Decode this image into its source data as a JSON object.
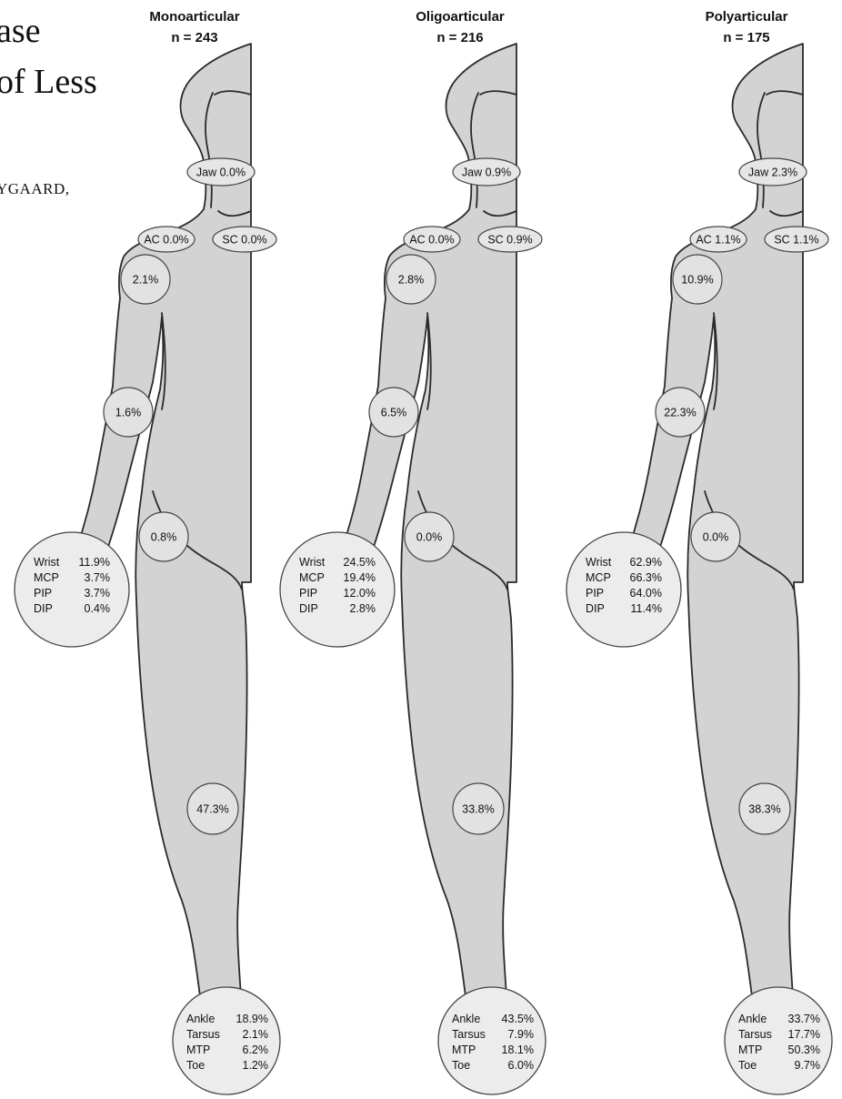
{
  "page": {
    "title_line1": "ase",
    "title_line2": "of Less",
    "authors": "YGAARD,"
  },
  "panels": [
    {
      "title": "Monoarticular",
      "n": "n = 243",
      "jaw": "Jaw 0.0%",
      "ac": "AC 0.0%",
      "sc": "SC 0.0%",
      "shoulder": "2.1%",
      "elbow": "1.6%",
      "hip": "0.8%",
      "knee": "47.3%",
      "hand": [
        {
          "joint": "Wrist",
          "value": "11.9%"
        },
        {
          "joint": "MCP",
          "value": "3.7%"
        },
        {
          "joint": "PIP",
          "value": "3.7%"
        },
        {
          "joint": "DIP",
          "value": "0.4%"
        }
      ],
      "foot": [
        {
          "joint": "Ankle",
          "value": "18.9%"
        },
        {
          "joint": "Tarsus",
          "value": "2.1%"
        },
        {
          "joint": "MTP",
          "value": "6.2%"
        },
        {
          "joint": "Toe",
          "value": "1.2%"
        }
      ]
    },
    {
      "title": "Oligoarticular",
      "n": "n = 216",
      "jaw": "Jaw 0.9%",
      "ac": "AC 0.0%",
      "sc": "SC 0.9%",
      "shoulder": "2.8%",
      "elbow": "6.5%",
      "hip": "0.0%",
      "knee": "33.8%",
      "hand": [
        {
          "joint": "Wrist",
          "value": "24.5%"
        },
        {
          "joint": "MCP",
          "value": "19.4%"
        },
        {
          "joint": "PIP",
          "value": "12.0%"
        },
        {
          "joint": "DIP",
          "value": "2.8%"
        }
      ],
      "foot": [
        {
          "joint": "Ankle",
          "value": "43.5%"
        },
        {
          "joint": "Tarsus",
          "value": "7.9%"
        },
        {
          "joint": "MTP",
          "value": "18.1%"
        },
        {
          "joint": "Toe",
          "value": "6.0%"
        }
      ]
    },
    {
      "title": "Polyarticular",
      "n": "n = 175",
      "jaw": "Jaw 2.3%",
      "ac": "AC 1.1%",
      "sc": "SC 1.1%",
      "shoulder": "10.9%",
      "elbow": "22.3%",
      "hip": "0.0%",
      "knee": "38.3%",
      "hand": [
        {
          "joint": "Wrist",
          "value": "62.9%"
        },
        {
          "joint": "MCP",
          "value": "66.3%"
        },
        {
          "joint": "PIP",
          "value": "64.0%"
        },
        {
          "joint": "DIP",
          "value": "11.4%"
        }
      ],
      "foot": [
        {
          "joint": "Ankle",
          "value": "33.7%"
        },
        {
          "joint": "Tarsus",
          "value": "17.7%"
        },
        {
          "joint": "MTP",
          "value": "50.3%"
        },
        {
          "joint": "Toe",
          "value": "9.7%"
        }
      ]
    }
  ]
}
